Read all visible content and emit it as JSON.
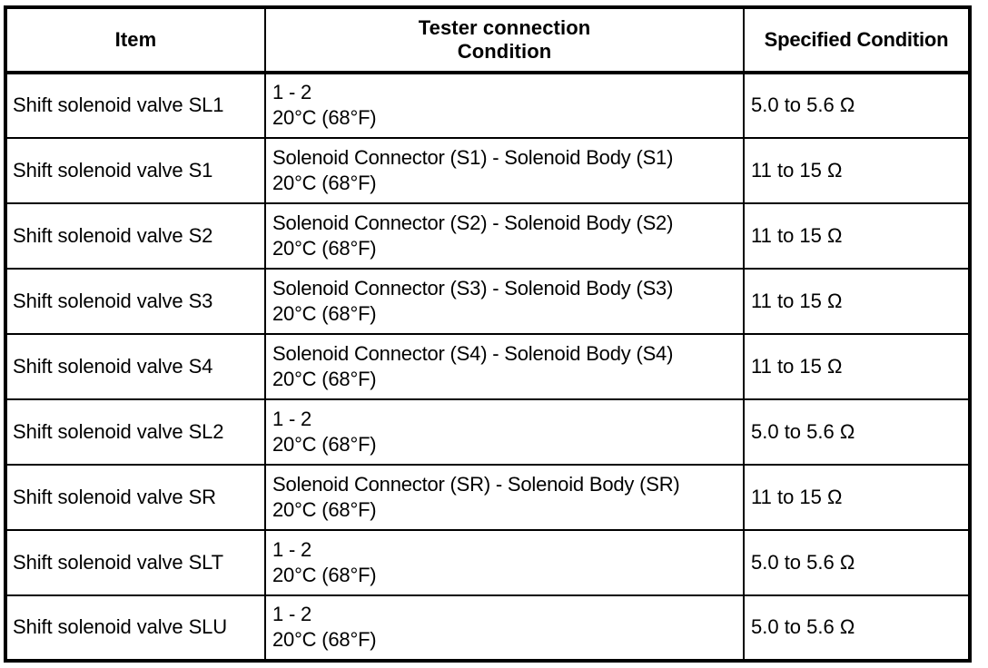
{
  "table": {
    "headers": {
      "item": "Item",
      "tester_line1": "Tester connection",
      "tester_line2": "Condition",
      "specified": "Specified Condition"
    },
    "rows": [
      {
        "item": "Shift solenoid valve SL1",
        "tester_connection": "1 - 2",
        "condition": "20°C (68°F)",
        "specified_condition": "5.0 to 5.6 Ω"
      },
      {
        "item": "Shift solenoid valve S1",
        "tester_connection": "Solenoid Connector (S1) - Solenoid Body (S1)",
        "condition": "20°C (68°F)",
        "specified_condition": "11 to 15 Ω"
      },
      {
        "item": "Shift solenoid valve S2",
        "tester_connection": "Solenoid Connector (S2) - Solenoid Body (S2)",
        "condition": "20°C (68°F)",
        "specified_condition": "11 to 15 Ω"
      },
      {
        "item": "Shift solenoid valve S3",
        "tester_connection": "Solenoid Connector (S3) - Solenoid Body (S3)",
        "condition": "20°C (68°F)",
        "specified_condition": "11 to 15 Ω"
      },
      {
        "item": "Shift solenoid valve S4",
        "tester_connection": "Solenoid Connector (S4) - Solenoid Body (S4)",
        "condition": "20°C (68°F)",
        "specified_condition": "11 to 15 Ω"
      },
      {
        "item": "Shift solenoid valve SL2",
        "tester_connection": "1 - 2",
        "condition": "20°C (68°F)",
        "specified_condition": "5.0 to 5.6 Ω"
      },
      {
        "item": "Shift solenoid valve SR",
        "tester_connection": "Solenoid Connector (SR) - Solenoid Body (SR)",
        "condition": "20°C (68°F)",
        "specified_condition": "11 to 15 Ω"
      },
      {
        "item": "Shift solenoid valve SLT",
        "tester_connection": "1 - 2",
        "condition": "20°C (68°F)",
        "specified_condition": "5.0 to 5.6 Ω"
      },
      {
        "item": "Shift solenoid valve SLU",
        "tester_connection": "1 - 2",
        "condition": "20°C (68°F)",
        "specified_condition": "5.0 to 5.6 Ω"
      }
    ]
  },
  "colors": {
    "border": "#000000",
    "text": "#000000",
    "background": "#ffffff"
  }
}
